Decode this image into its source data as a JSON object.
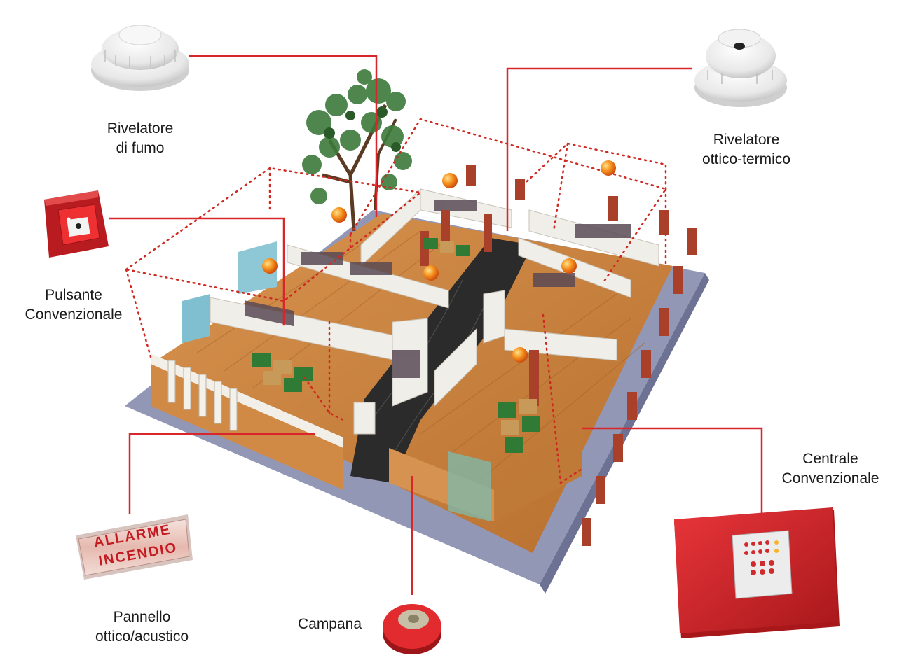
{
  "colors": {
    "leader_line": "#d8262b",
    "zone_outline": "#cf2a22",
    "floor_wood": "#c7813f",
    "wall_white": "#f0eee8",
    "base_gray": "#9297b6",
    "device_red": "#d5262a",
    "sensor_orb": "#f08a1a"
  },
  "diagram": {
    "labels": {
      "smoke_detector": [
        "Rivelatore",
        "di fumo"
      ],
      "optical_thermal_detector": [
        "Rivelatore",
        "ottico-termico"
      ],
      "conventional_button": [
        "Pulsante",
        "Convenzionale"
      ],
      "conventional_panel": [
        "Centrale",
        "Convenzionale"
      ],
      "optical_acoustic_panel": [
        "Pannello",
        "ottico/acustico"
      ],
      "bell": "Campana"
    },
    "sign_text": [
      "ALLARME",
      "INCENDIO"
    ]
  }
}
